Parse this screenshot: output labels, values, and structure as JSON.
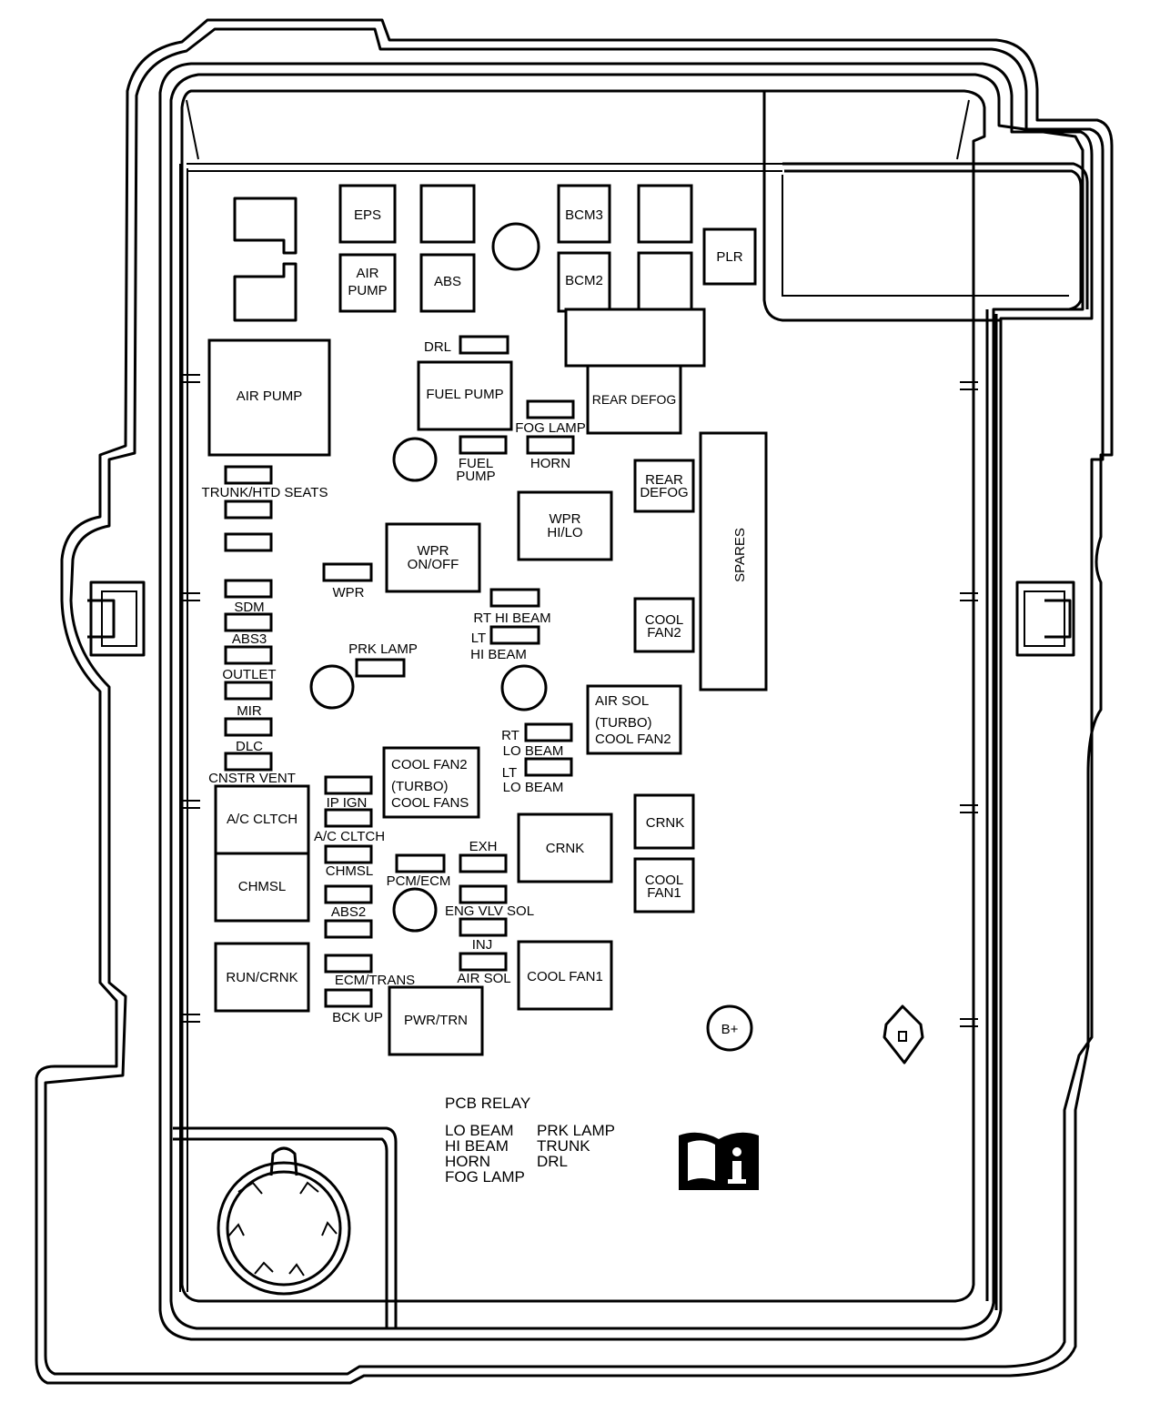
{
  "labels": {
    "eps": "EPS",
    "bcm3": "BCM3",
    "air_pump_relay_l1": "AIR",
    "air_pump_relay_l2": "PUMP",
    "abs": "ABS",
    "bcm2": "BCM2",
    "plr": "PLR",
    "drl": "DRL",
    "air_pump": "AIR PUMP",
    "fuel_pump": "FUEL PUMP",
    "rear_defog": "REAR DEFOG",
    "fog_lamp": "FOG LAMP",
    "fuel_pump_fuse_l1": "FUEL",
    "fuel_pump_fuse_l2": "PUMP",
    "horn": "HORN",
    "trunk_htd_seats": "TRUNK/HTD SEATS",
    "rear_defog_l1": "REAR",
    "rear_defog_l2": "DEFOG",
    "wpr_hilo_l1": "WPR",
    "wpr_hilo_l2": "HI/LO",
    "spares": "SPARES",
    "wpr_onoff_l1": "WPR",
    "wpr_onoff_l2": "ON/OFF",
    "wpr": "WPR",
    "sdm": "SDM",
    "rt_hi_beam": "RT HI BEAM",
    "lt": "LT",
    "hi_beam": "HI BEAM",
    "cool_fan2_l1": "COOL",
    "cool_fan2_l2": "FAN2",
    "abs3": "ABS3",
    "prk_lamp": "PRK LAMP",
    "outlet": "OUTLET",
    "air_sol_l1": "AIR SOL",
    "air_sol_l2": "(TURBO)",
    "air_sol_l3": "COOL FAN2",
    "mir": "MIR",
    "rt_lo_1": "RT",
    "rt_lo_2": "LO BEAM",
    "dlc": "DLC",
    "lt_lo_1": "LT",
    "lt_lo_2": "LO BEAM",
    "cnstr_vent": "CNSTR VENT",
    "cool_fan2_turbo_l1": "COOL FAN2",
    "cool_fan2_turbo_l2": "(TURBO)",
    "cool_fan2_turbo_l3": "COOL FANS",
    "ip_ign": "IP IGN",
    "ac_cltch_relay": "A/C CLTCH",
    "ac_cltch_fuse": "A/C CLTCH",
    "crnk_center": "CRNK",
    "crnk_right": "CRNK",
    "exh": "EXH",
    "chmsl_fuse": "CHMSL",
    "chmsl_relay": "CHMSL",
    "pcm_ecm": "PCM/ECM",
    "cool_fan1_small_l1": "COOL",
    "cool_fan1_small_l2": "FAN1",
    "abs2": "ABS2",
    "eng_vlv_sol": "ENG VLV SOL",
    "inj": "INJ",
    "run_crnk": "RUN/CRNK",
    "cool_fan1": "COOL FAN1",
    "ecm_trans": "ECM/TRANS",
    "air_sol": "AIR SOL",
    "bck_up": "BCK UP",
    "pwr_trn": "PWR/TRN",
    "b_plus": "B+",
    "pcb_relay_title": "PCB RELAY",
    "pcb_col1": [
      "LO BEAM",
      "HI BEAM",
      "HORN",
      "FOG LAMP"
    ],
    "pcb_col2": [
      "PRK LAMP",
      "TRUNK",
      "DRL"
    ]
  },
  "icons": {
    "info_book": "info-book-icon"
  }
}
